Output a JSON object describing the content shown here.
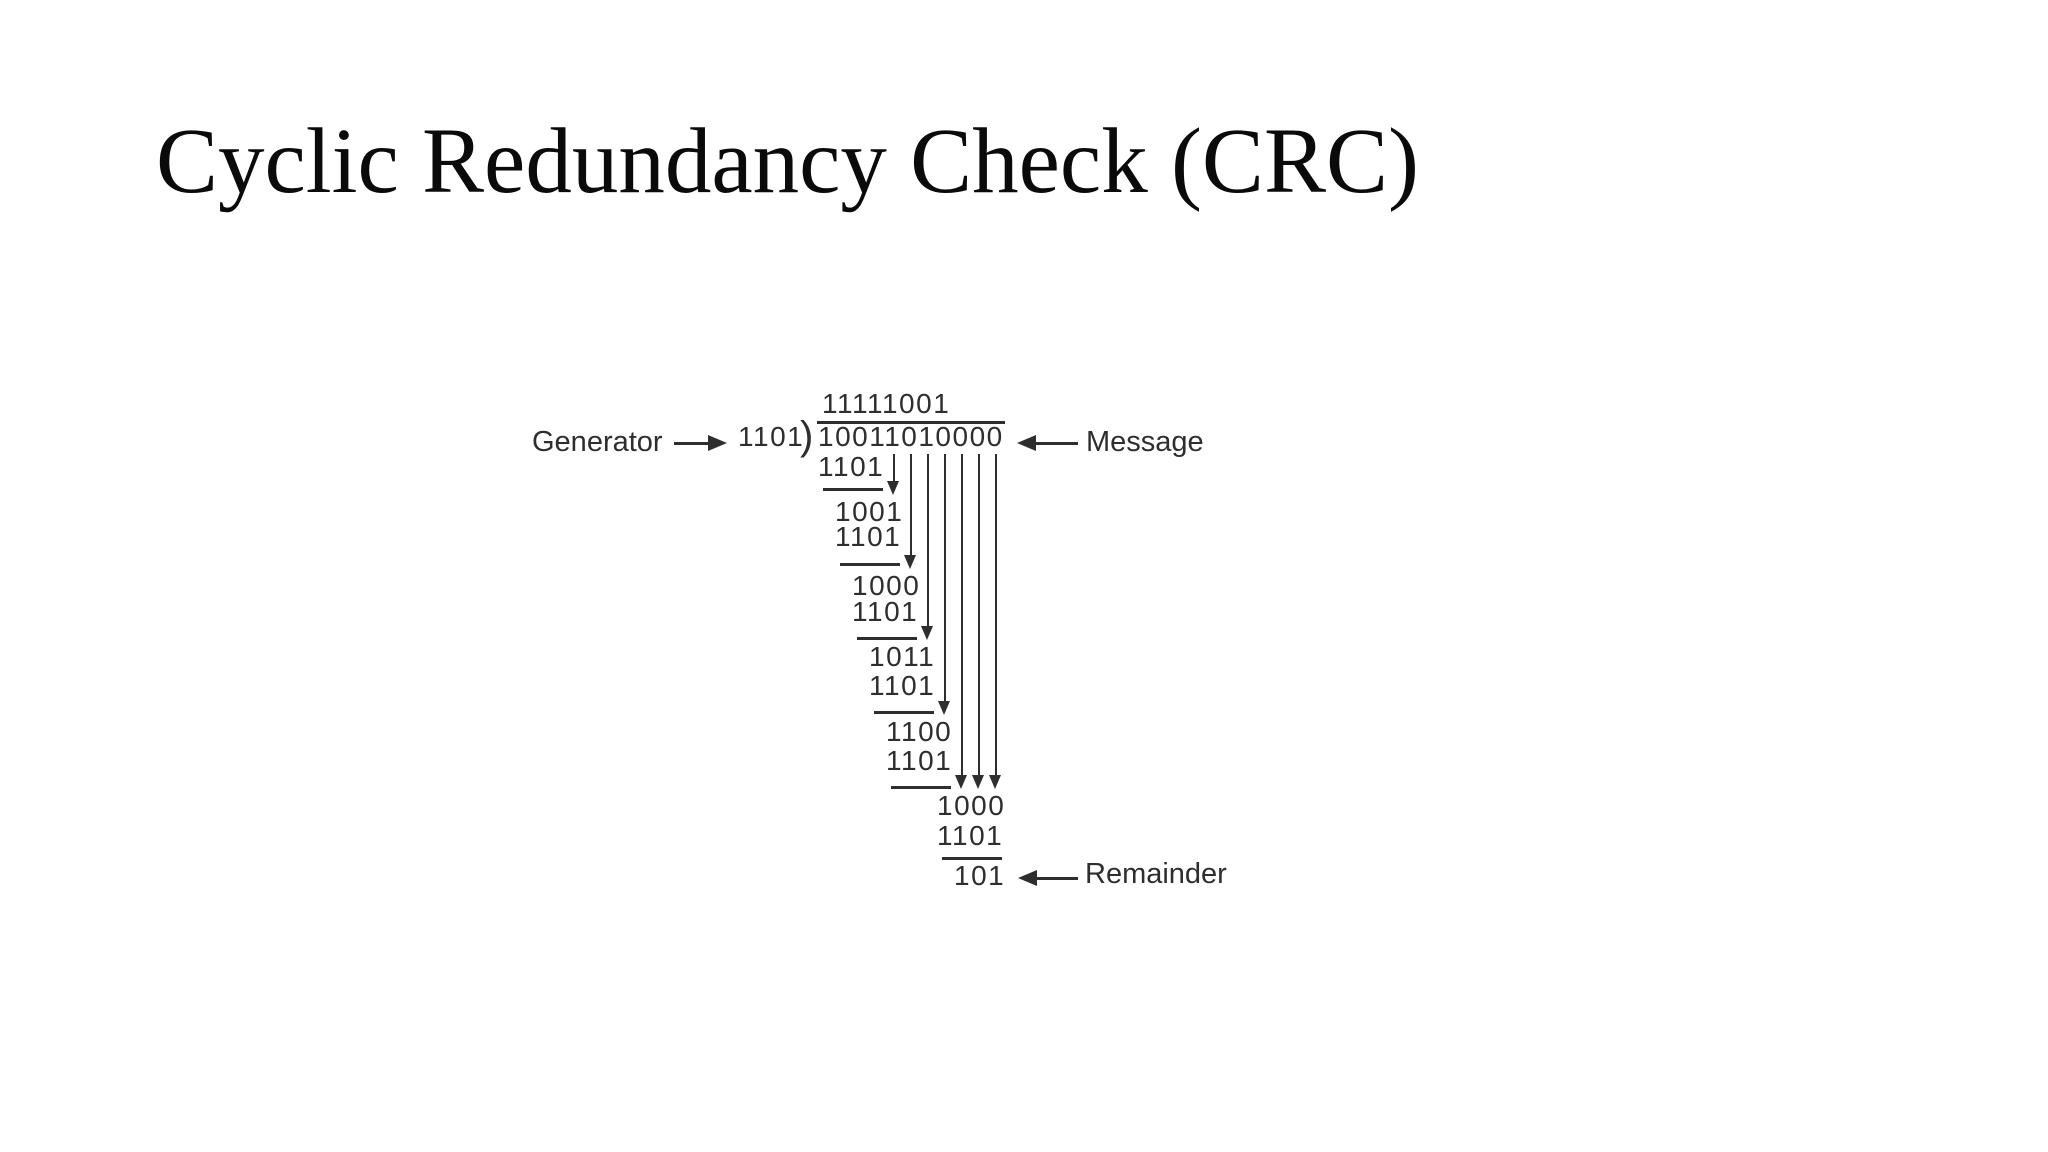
{
  "title": "Cyclic Redundancy Check (CRC)",
  "diagram": {
    "quotient": "11111001",
    "divisor": "1101",
    "bracket": ")",
    "dividend": "10011010000",
    "labels": {
      "generator": "Generator",
      "message": "Message",
      "remainder": "Remainder"
    },
    "steps": [
      {
        "text": "1101",
        "col": 0,
        "underline": true
      },
      {
        "text": "1001",
        "col": 1,
        "underline": false
      },
      {
        "text": "1101",
        "col": 1,
        "underline": true
      },
      {
        "text": "1000",
        "col": 2,
        "underline": false
      },
      {
        "text": "1101",
        "col": 2,
        "underline": true
      },
      {
        "text": "1011",
        "col": 3,
        "underline": false
      },
      {
        "text": "1101",
        "col": 3,
        "underline": true
      },
      {
        "text": "1100",
        "col": 4,
        "underline": false
      },
      {
        "text": "1101",
        "col": 4,
        "underline": true
      },
      {
        "text": "1000",
        "col": 7,
        "underline": false
      },
      {
        "text": "1101",
        "col": 7,
        "underline": true
      },
      {
        "text": "101",
        "col": 8,
        "underline": false,
        "role": "remainder"
      }
    ],
    "bring_down_arrows": [
      {
        "col": 4,
        "to_step": 1
      },
      {
        "col": 5,
        "to_step": 3
      },
      {
        "col": 6,
        "to_step": 5
      },
      {
        "col": 7,
        "to_step": 7
      },
      {
        "col": 8,
        "to_step": 9
      },
      {
        "col": 9,
        "to_step": 9
      },
      {
        "col": 10,
        "to_step": 9
      }
    ]
  },
  "colors": {
    "ink": "#2e2e2e",
    "title_color": "#0a0a0a",
    "background": "#ffffff"
  }
}
